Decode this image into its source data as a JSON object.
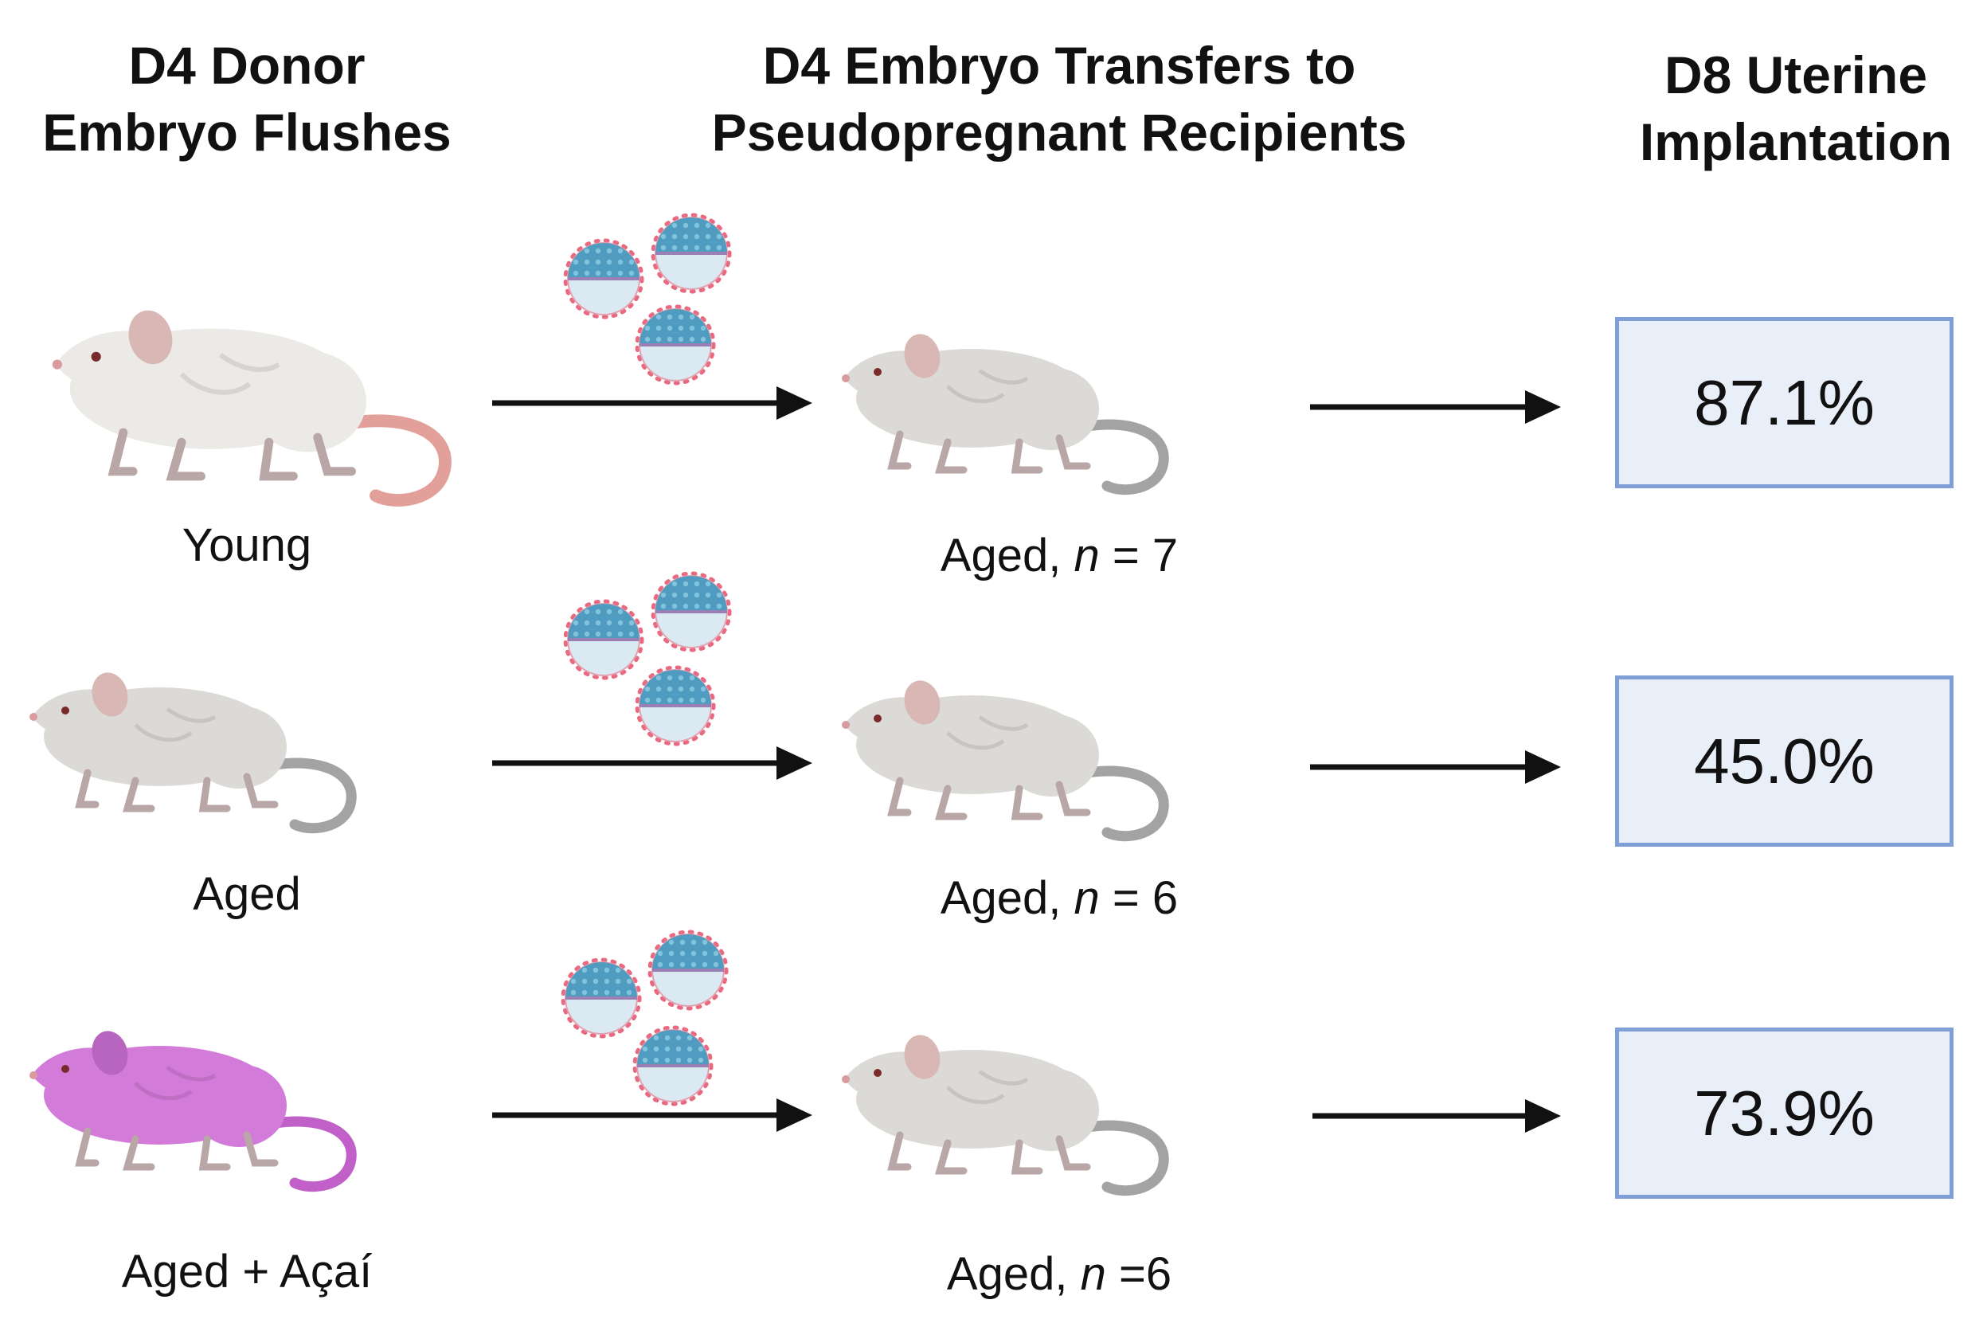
{
  "headers": {
    "donor": [
      "D4 Donor",
      "Embryo Flushes"
    ],
    "transfer": [
      "D4 Embryo Transfers to",
      "Pseudopregnant Recipients"
    ],
    "implant": [
      "D8 Uterine",
      "Implantation"
    ]
  },
  "rows": [
    {
      "donor_label": "Young",
      "recipient_prefix": "Aged, ",
      "n_symbol": "n",
      "recipient_suffix": " = 7",
      "rate": "87.1%",
      "donor_color": "#eceae6",
      "tail_color": "#e3a09a"
    },
    {
      "donor_label": "Aged",
      "recipient_prefix": "Aged, ",
      "n_symbol": "n",
      "recipient_suffix": " = 6",
      "rate": "45.0%",
      "donor_color": "#dcdad6",
      "tail_color": "#a3a3a3"
    },
    {
      "donor_label": "Aged + Açaí",
      "recipient_prefix": "Aged, ",
      "n_symbol": "n",
      "recipient_suffix": " =6",
      "rate": "73.9%",
      "donor_color": "#d27bd9",
      "tail_color": "#c060c8"
    }
  ],
  "colors": {
    "box_fill": "#e9eff8",
    "box_border": "#7f9fd6",
    "embryo_blue": "#4f9cc0",
    "embryo_ring": "#e96a80",
    "recipient": "#dcdad6"
  },
  "icons": {
    "mouse": "mouse-icon",
    "embryo": "blastocyst-icon",
    "arrow": "arrow-right-icon"
  }
}
